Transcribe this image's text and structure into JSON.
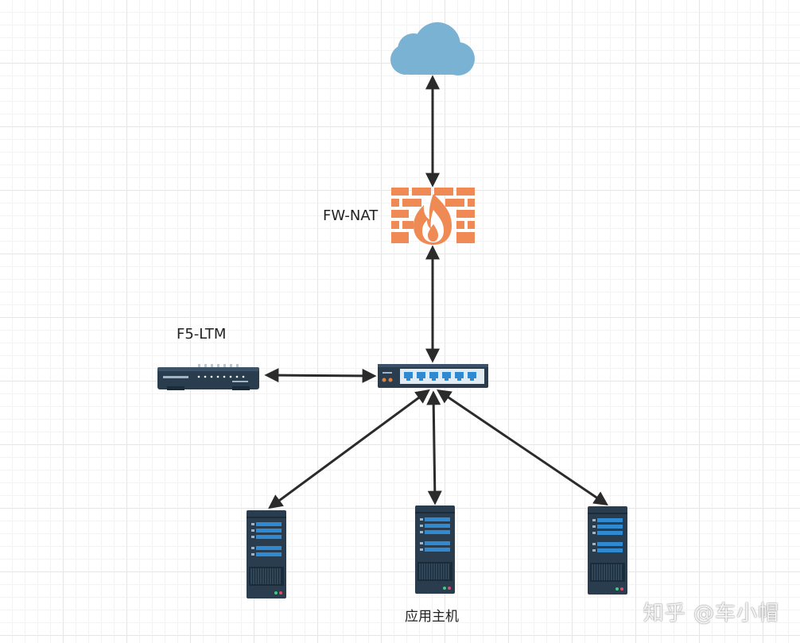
{
  "labels": {
    "firewall": "FW-NAT",
    "load_balancer": "F5-LTM",
    "servers": "应用主机"
  },
  "watermark": "知乎 @车小帽",
  "icons": [
    "cloud-icon",
    "firewall-icon",
    "load-balancer-icon",
    "switch-icon",
    "server-icon"
  ],
  "colors": {
    "cloud": "#7ab2d4",
    "firewall": "#ef8a55",
    "device": "#2a3d4f",
    "port": "#2f8ad1",
    "arrow": "#2b2b2b"
  }
}
